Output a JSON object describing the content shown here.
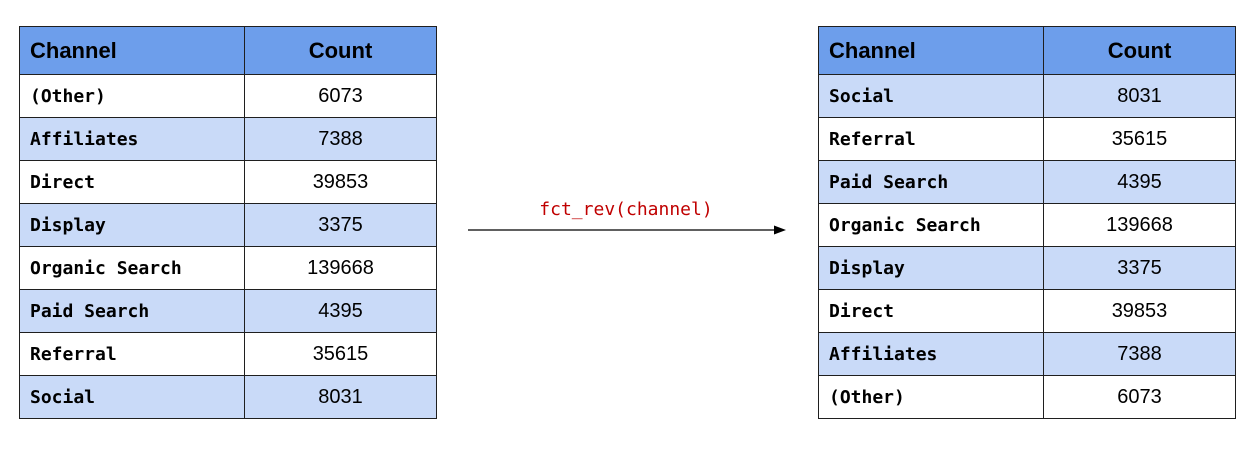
{
  "left_table": {
    "headers": {
      "channel": "Channel",
      "count": "Count"
    },
    "rows": [
      {
        "channel": "(Other)",
        "count": "6073"
      },
      {
        "channel": "Affiliates",
        "count": "7388"
      },
      {
        "channel": "Direct",
        "count": "39853"
      },
      {
        "channel": "Display",
        "count": "3375"
      },
      {
        "channel": "Organic Search",
        "count": "139668"
      },
      {
        "channel": "Paid Search",
        "count": "4395"
      },
      {
        "channel": "Referral",
        "count": "35615"
      },
      {
        "channel": "Social",
        "count": "8031"
      }
    ]
  },
  "transform": {
    "label": "fct_rev(channel)",
    "color": "#c00000"
  },
  "right_table": {
    "headers": {
      "channel": "Channel",
      "count": "Count"
    },
    "rows": [
      {
        "channel": "Social",
        "count": "8031"
      },
      {
        "channel": "Referral",
        "count": "35615"
      },
      {
        "channel": "Paid Search",
        "count": "4395"
      },
      {
        "channel": "Organic Search",
        "count": "139668"
      },
      {
        "channel": "Display",
        "count": "3375"
      },
      {
        "channel": "Direct",
        "count": "39853"
      },
      {
        "channel": "Affiliates",
        "count": "7388"
      },
      {
        "channel": "(Other)",
        "count": "6073"
      }
    ]
  },
  "colors": {
    "header_bg": "#6d9eeb",
    "stripe_bg": "#c9daf8",
    "row_bg": "#ffffff"
  }
}
